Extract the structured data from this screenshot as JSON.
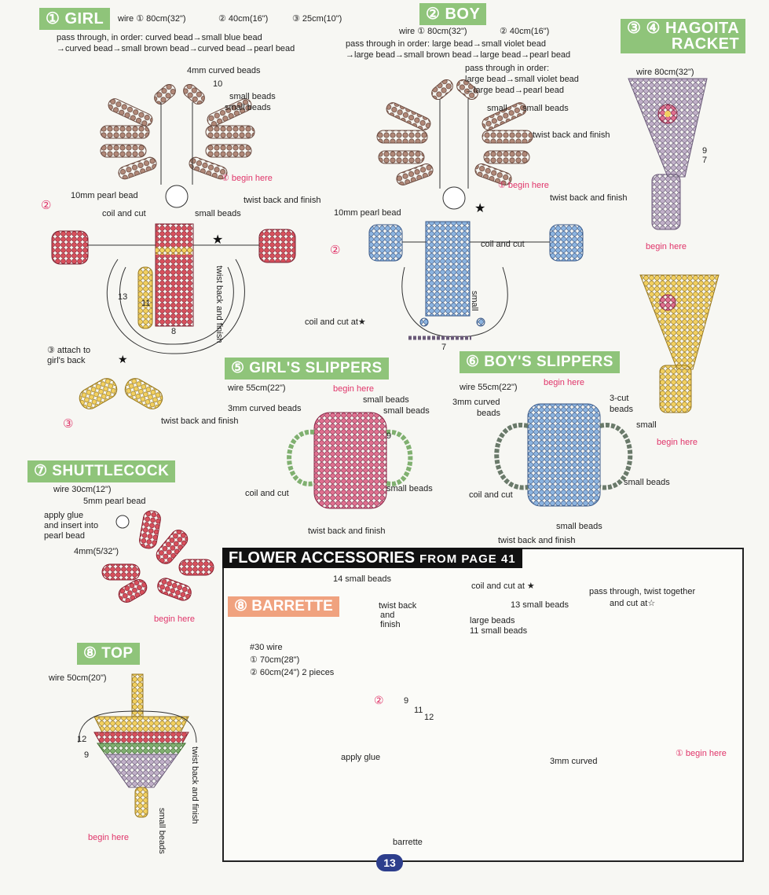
{
  "sections": {
    "girl": {
      "title": "① GIRL",
      "wire": "wire ① 80cm(32\")",
      "wire2": "② 40cm(16\")",
      "wire3": "③ 25cm(10\")",
      "order1": "pass through, in order:  curved bead→small blue bead",
      "order2": "→curved bead→small brown bead→curved bead→pearl bead",
      "label_curved": "4mm curved beads",
      "label_10": "10",
      "label_small1": "small beads",
      "label_small2": "small beads",
      "label_begin": "① begin here",
      "label_pearl": "10mm pearl bead",
      "label_twist": "twist back and finish",
      "label_coil": "coil and cut",
      "label_small3": "small beads",
      "label_twistv": "twist back and finish",
      "label_13": "13",
      "label_11": "11",
      "label_8": "8",
      "label_2": "②"
    },
    "attach": {
      "line1": "③ attach to",
      "line2": "girl's back",
      "twist": "twist back and finish",
      "num": "③"
    },
    "boy": {
      "title": "② BOY",
      "wire": "wire ① 80cm(32\")",
      "wire2": "② 40cm(16\")",
      "order1": "pass through in order:  large bead→small violet bead",
      "order2": "→large bead→small brown bead→large bead→pearl bead",
      "order3": "pass through in order:",
      "order4": "large bead→small violet bead",
      "order5": "→large bead→pearl bead",
      "label_small": "small",
      "label_small2": "small beads",
      "label_begin": "① begin here",
      "label_twist": "twist back and finish",
      "label_pearl": "10mm pearl bead",
      "label_coil": "coil and cut",
      "label_coilat": "coil and cut at★",
      "label_smallv": "small",
      "label_7": "7",
      "label_2": "②"
    },
    "hagoita": {
      "title1": "③ ④ HAGOITA",
      "title2": "RACKET",
      "wire": "wire 80cm(32\")",
      "twist": "twist back and finish",
      "begin": "begin here",
      "begin2": "begin here",
      "n9": "9",
      "n7": "7"
    },
    "girls_slippers": {
      "title": "⑤ GIRL'S SLIPPERS",
      "wire": "wire 55cm(22\")",
      "begin": "begin here",
      "curved": "3mm curved beads",
      "small1": "small beads",
      "small2": "small beads",
      "coil": "coil and cut",
      "small3": "small beads",
      "twist": "twist back and finish",
      "n9": "9"
    },
    "boys_slippers": {
      "title": "⑥ BOY'S SLIPPERS",
      "wire": "wire 55cm(22\")",
      "begin": "begin here",
      "curved": "3mm curved",
      "curved2": "beads",
      "cut1": "3-cut",
      "cut2": "beads",
      "small": "small",
      "coil": "coil and cut",
      "small2": "small beads",
      "small3": "small beads",
      "twist": "twist back and finish"
    },
    "shuttlecock": {
      "title": "⑦ SHUTTLECOCK",
      "wire": "wire 30cm(12\")",
      "pearl": "5mm pearl bead",
      "glue1": "apply glue",
      "glue2": "and insert into",
      "glue3": "pearl bead",
      "size": "4mm(5/32\")",
      "begin": "begin here"
    },
    "top": {
      "title": "⑧ TOP",
      "wire": "wire 50cm(20\")",
      "n12": "12",
      "n9": "9",
      "begin": "begin here",
      "small": "small beads",
      "twist": "twist back and finish"
    },
    "flower": {
      "title": "FLOWER ACCESSORIES",
      "sub": "FROM PAGE 41"
    },
    "barrette": {
      "title": "⑧ BARRETTE",
      "wire_label": "#30 wire",
      "wire1": "① 70cm(28\")",
      "wire2": "② 60cm(24\") 2 pieces",
      "small14": "14 small beads",
      "coilat": "coil and cut at ★",
      "twist1": "twist back",
      "twist2": "and",
      "twist3": "finish",
      "large": "large beads",
      "small11": "11 small beads",
      "small13": "13 small beads",
      "pass1": "pass through, twist together",
      "pass2": "and cut at☆",
      "n9": "9",
      "n11": "11",
      "n12": "12",
      "n2": "②",
      "curved": "3mm curved",
      "begin": "① begin here",
      "glue": "apply glue",
      "barrette": "barrette"
    }
  },
  "page_number": "13",
  "colors": {
    "header_green": "#8fc47a",
    "barrette_orange": "#f0a27f",
    "label_pink": "#e0356a",
    "page_blue": "#2d3e8c"
  }
}
